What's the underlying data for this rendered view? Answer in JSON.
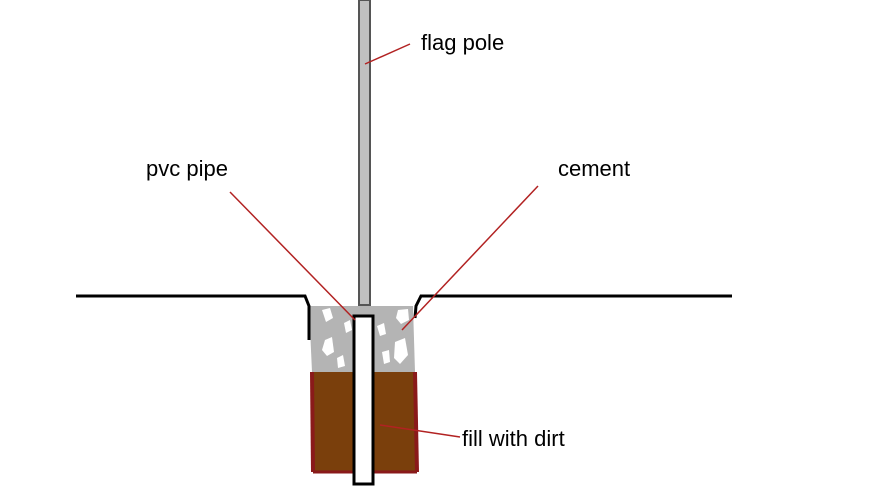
{
  "labels": {
    "flag_pole": "flag pole",
    "pvc_pipe": "pvc pipe",
    "cement": "cement",
    "fill": "fill with dirt"
  },
  "colors": {
    "background": "#ffffff",
    "ground_line": "#000000",
    "pole": "#c0c0c0",
    "pole_outline": "#555555",
    "cement": "#b4b4b4",
    "cement_speckle": "#ffffff",
    "dirt": "#7a3f0c",
    "dirt_edge": "#8a1a1a",
    "leader_line": "#b22222",
    "pipe_fill": "#ffffff",
    "pipe_outline": "#000000"
  }
}
